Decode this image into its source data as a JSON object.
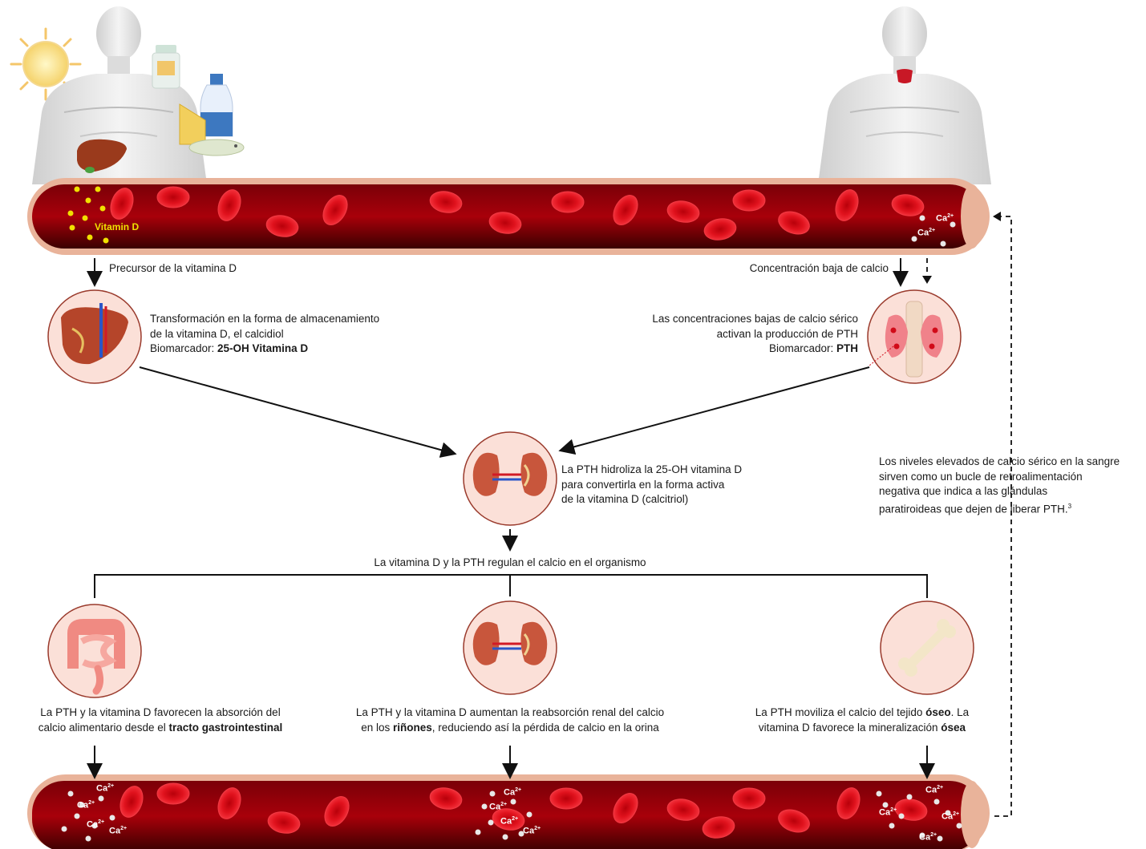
{
  "top_vessel": {
    "vitamin_label": "Vitamin D",
    "ca_label": "Ca",
    "ca_sup": "2+"
  },
  "left_branch": {
    "arrow_caption": "Precursor de la vitamina D",
    "liver_line1": "Transformación en la forma de almacenamiento",
    "liver_line2": "de la vitamina D, el calcidiol",
    "liver_bio_prefix": "Biomarcador: ",
    "liver_bio_value": "25-OH Vitamina D"
  },
  "right_branch": {
    "arrow_caption": "Concentración baja de calcio",
    "thyroid_line1": "Las concentraciones bajas de calcio sérico",
    "thyroid_line2": "activan la producción de PTH",
    "thyroid_bio_prefix": "Biomarcador: ",
    "thyroid_bio_value": "PTH"
  },
  "kidney_center": {
    "line1": "La PTH hidroliza la 25-OH vitamina D",
    "line2": "para convertirla en la forma activa",
    "line3": "de la vitamina D (calcitriol)"
  },
  "regulation_label": "La vitamina D y la PTH regulan el calcio en el organismo",
  "feedback_note": {
    "line1": "Los niveles elevados de calcio sérico en la sangre",
    "line2": "sirven como un bucle de retroalimentación",
    "line3": "negativa que indica a las glándulas",
    "line4": "paratiroideas que dejen de liberar PTH.",
    "sup": "3"
  },
  "outcomes": {
    "gi_line1": "La PTH y la vitamina D favorecen la absorción del",
    "gi_line2_prefix": "calcio alimentario desde el ",
    "gi_line2_bold": "tracto gastrointestinal",
    "kidney_line1": "La PTH y la vitamina D aumentan la reabsorción renal del calcio",
    "kidney_line2_prefix": "en los ",
    "kidney_line2_bold": "riñones",
    "kidney_line2_suffix": ", reduciendo así la pérdida de calcio en la orina",
    "bone_line1_prefix": "La PTH moviliza el calcio del tejido ",
    "bone_line1_bold": "óseo",
    "bone_line1_suffix": ". La",
    "bone_line2_prefix": "vitamina D favorece la mineralización ",
    "bone_line2_bold": "ósea"
  },
  "colors": {
    "vessel_dark": "#5a0000",
    "vessel_mid": "#a8000a",
    "vessel_rim": "#e8b49c",
    "rbc": "#e0121d",
    "vitamin": "#e8d800",
    "organ_bg": "#fbe0d8"
  }
}
